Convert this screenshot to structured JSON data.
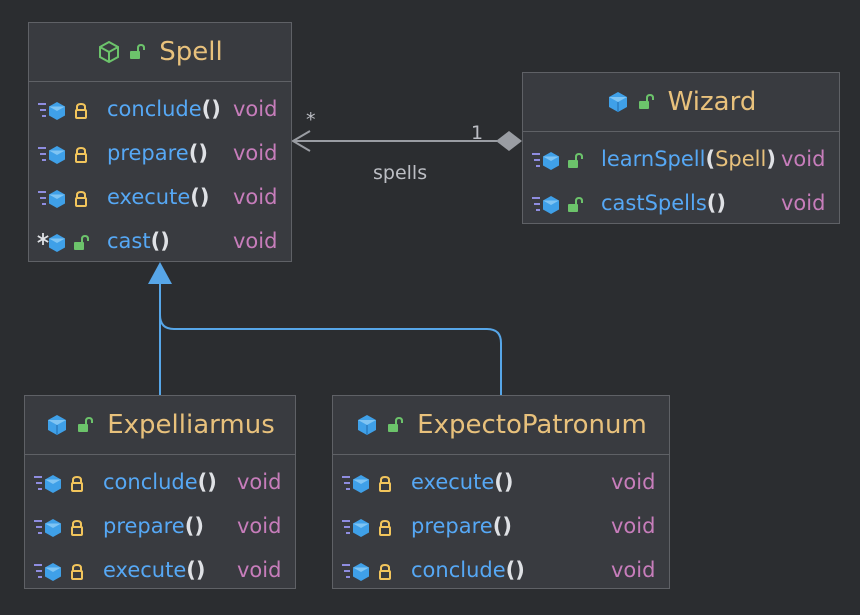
{
  "classes": {
    "spell": {
      "name": "Spell",
      "header_icons": [
        "abstract-class-icon",
        "public-unlocked-icon"
      ],
      "methods": [
        {
          "name": "conclude",
          "parens": "()",
          "type": "void",
          "icons": [
            "method-icon",
            "private-lock-icon"
          ]
        },
        {
          "name": "prepare",
          "parens": "()",
          "type": "void",
          "icons": [
            "method-icon",
            "private-lock-icon"
          ]
        },
        {
          "name": "execute",
          "parens": "()",
          "type": "void",
          "icons": [
            "method-icon",
            "private-lock-icon"
          ]
        },
        {
          "name": "cast",
          "parens": "()",
          "type": "void",
          "icons": [
            "static-method-icon",
            "public-unlocked-icon"
          ]
        }
      ]
    },
    "wizard": {
      "name": "Wizard",
      "header_icons": [
        "class-icon",
        "public-unlocked-icon"
      ],
      "methods": [
        {
          "name": "learnSpell",
          "open": "(",
          "param": "Spell",
          "close": ")",
          "type": "void",
          "icons": [
            "method-icon",
            "public-unlocked-icon"
          ]
        },
        {
          "name": "castSpells",
          "parens": "()",
          "type": "void",
          "icons": [
            "method-icon",
            "public-unlocked-icon"
          ]
        }
      ]
    },
    "expelliarmus": {
      "name": "Expelliarmus",
      "header_icons": [
        "class-icon",
        "public-unlocked-icon"
      ],
      "methods": [
        {
          "name": "conclude",
          "parens": "()",
          "type": "void",
          "icons": [
            "method-icon",
            "private-lock-icon"
          ]
        },
        {
          "name": "prepare",
          "parens": "()",
          "type": "void",
          "icons": [
            "method-icon",
            "private-lock-icon"
          ]
        },
        {
          "name": "execute",
          "parens": "()",
          "type": "void",
          "icons": [
            "method-icon",
            "private-lock-icon"
          ]
        }
      ]
    },
    "expecto_patronum": {
      "name": "ExpectoPatronum",
      "header_icons": [
        "class-icon",
        "public-unlocked-icon"
      ],
      "methods": [
        {
          "name": "execute",
          "parens": "()",
          "type": "void",
          "icons": [
            "method-icon",
            "private-lock-icon"
          ]
        },
        {
          "name": "prepare",
          "parens": "()",
          "type": "void",
          "icons": [
            "method-icon",
            "private-lock-icon"
          ]
        },
        {
          "name": "conclude",
          "parens": "()",
          "type": "void",
          "icons": [
            "method-icon",
            "private-lock-icon"
          ]
        }
      ]
    }
  },
  "relations": {
    "aggregation": {
      "label": "spells",
      "source_multiplicity": "1",
      "target_multiplicity": "*"
    },
    "inheritance": {
      "from": [
        "Expelliarmus",
        "ExpectoPatronum"
      ],
      "to": "Spell"
    }
  },
  "colors": {
    "background": "#2b2d30",
    "class_fill": "#393b40",
    "class_border": "#5f6166",
    "class_name": "#e8c17c",
    "method_name": "#56a8f5",
    "return_type": "#c77dbb",
    "parameter": "#e8c17c",
    "parens": "#dfe1e5",
    "edge_line": "#9a9da3",
    "inheritance_line": "#57a6e8",
    "edge_label": "#bcbec4"
  }
}
